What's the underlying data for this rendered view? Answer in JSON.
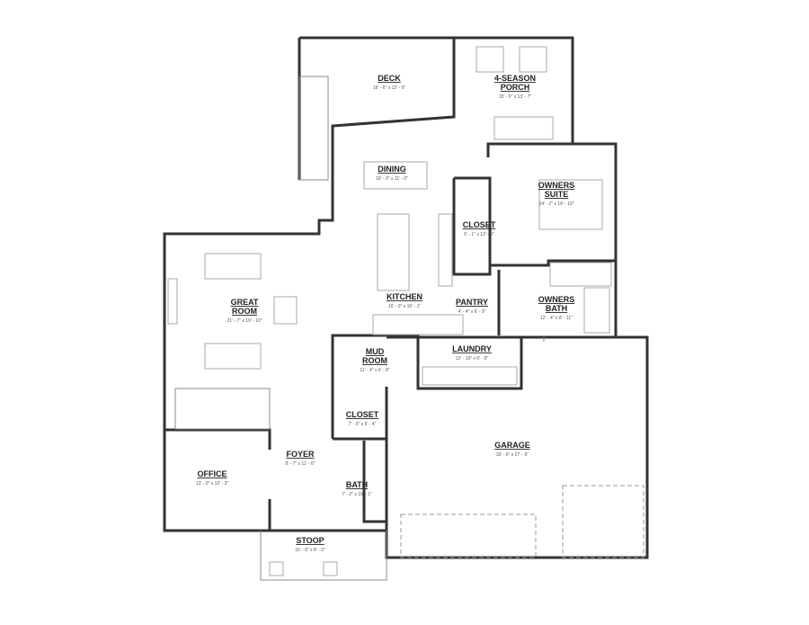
{
  "rooms": {
    "deck": {
      "name": "DECK",
      "dim": "16' - 6\" x 12' - 0\""
    },
    "porch": {
      "name1": "4-SEASON",
      "name2": "PORCH",
      "dim": "15' - 0\" x 13' - 7\""
    },
    "dining": {
      "name": "DINING",
      "dim": "16' - 0\" x 11' - 0\""
    },
    "owners_suite": {
      "name1": "OWNERS",
      "name2": "SUITE",
      "dim": "14' - 2\" x 14' - 10\""
    },
    "closet_owner": {
      "name": "CLOSET",
      "dim": "6' - 1\" x 13' - 6\""
    },
    "great_room": {
      "name1": "GREAT",
      "name2": "ROOM",
      "dim": "21' - 7\" x 19' - 10\""
    },
    "kitchen": {
      "name": "KITCHEN",
      "dim": "16' - 0\" x 16' - 1\""
    },
    "pantry": {
      "name": "PANTRY",
      "dim": "4' - 4\" x 6' - 9\""
    },
    "owners_bath": {
      "name1": "OWNERS",
      "name2": "BATH",
      "dim": "12' - 4\" x 8' - 11\""
    },
    "mud_room": {
      "name1": "MUD",
      "name2": "ROOM",
      "dim": "11' - 4\" x 6' - 8\""
    },
    "laundry": {
      "name": "LAUNDRY",
      "dim": "12' - 10\" x 6' - 5\""
    },
    "closet_mud": {
      "name": "CLOSET",
      "dim": "7' - 0\" x 6' - 4\""
    },
    "garage": {
      "name": "GARAGE",
      "dim": "33' - 6\" x 27' - 6\""
    },
    "foyer": {
      "name": "FOYER",
      "dim": "8' - 7\" x 11' - 6\""
    },
    "office": {
      "name": "OFFICE",
      "dim": "13' - 0\" x 13' - 3\""
    },
    "bath": {
      "name": "BATH",
      "dim": "7' - 2\" x 10' - 1\""
    },
    "stoop": {
      "name": "STOOP",
      "dim": "16' - 6\" x 8' - 0\""
    }
  }
}
